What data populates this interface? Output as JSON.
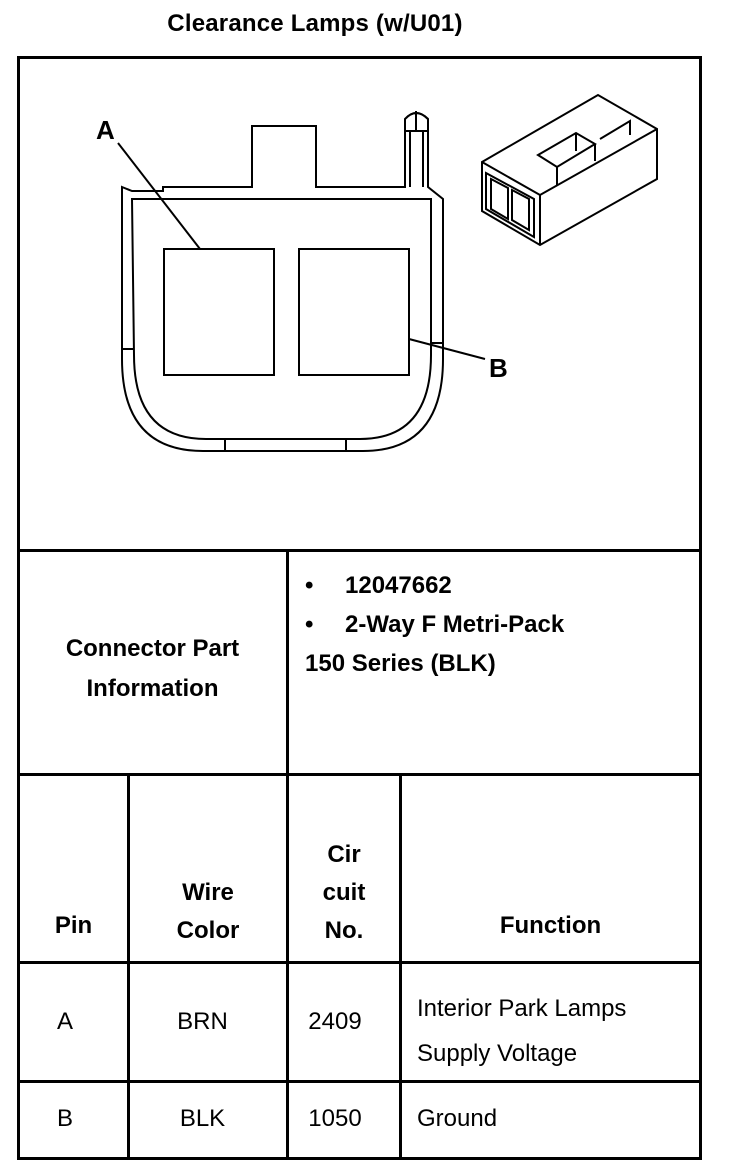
{
  "title": "Clearance Lamps (w/U01)",
  "diagram": {
    "pin_labels": [
      "A",
      "B"
    ]
  },
  "connector_info": {
    "label_line1": "Connector Part",
    "label_line2": "Information",
    "bullets": [
      "12047662",
      "2-Way F Metri-Pack"
    ],
    "continuation": "150 Series (BLK)"
  },
  "table": {
    "headers": {
      "pin": "Pin",
      "wire_color": [
        "Wire",
        "Color"
      ],
      "circuit": [
        "Cir",
        "cuit",
        "No."
      ],
      "function": "Function"
    },
    "rows": [
      {
        "pin": "A",
        "wire_color": "BRN",
        "circuit": "2409",
        "function": [
          "Interior Park Lamps",
          "Supply Voltage"
        ]
      },
      {
        "pin": "B",
        "wire_color": "BLK",
        "circuit": "1050",
        "function": [
          "Ground"
        ]
      }
    ]
  }
}
